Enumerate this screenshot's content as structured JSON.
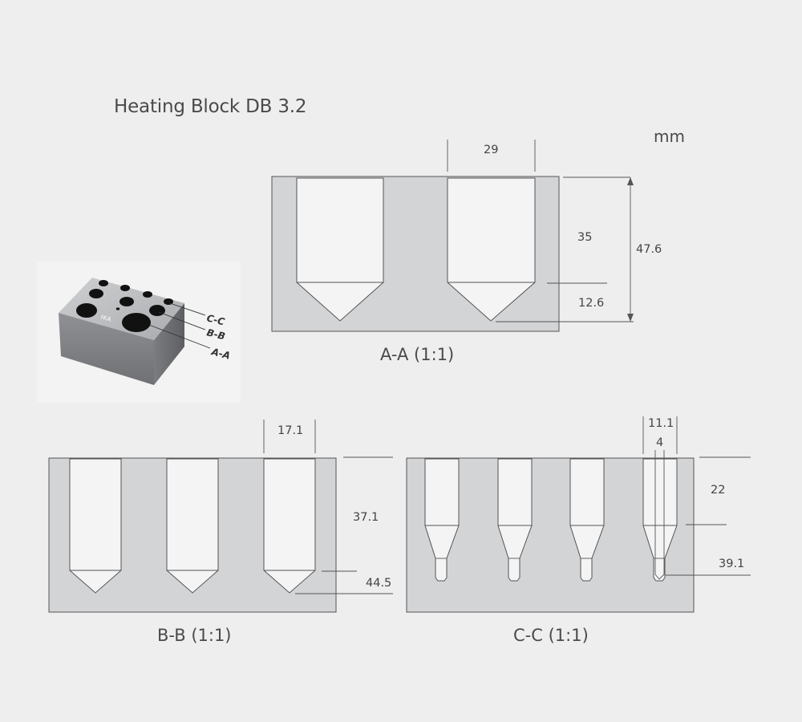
{
  "title": "Heating Block DB 3.2",
  "unit": "mm",
  "colors": {
    "background": "#eeeeee",
    "block_fill": "#d3d4d6",
    "hole_fill": "#f4f4f4",
    "line": "#555555"
  },
  "photo": {
    "brand": "IKA",
    "callouts": [
      "C-C",
      "B-B",
      "A-A"
    ]
  },
  "sections": {
    "aa": {
      "caption": "A-A (1:1)",
      "dims": {
        "hole_width": "29",
        "hole_depth": "35",
        "total_height": "47.6",
        "cone_depth": "12.6"
      }
    },
    "bb": {
      "caption": "B-B (1:1)",
      "dims": {
        "hole_width": "17.1",
        "hole_depth": "37.1",
        "total_depth": "44.5"
      }
    },
    "cc": {
      "caption": "C-C (1:1)",
      "dims": {
        "hole_width": "11.1",
        "tip_width": "4",
        "hole_depth": "22",
        "total_depth": "39.1"
      }
    }
  }
}
